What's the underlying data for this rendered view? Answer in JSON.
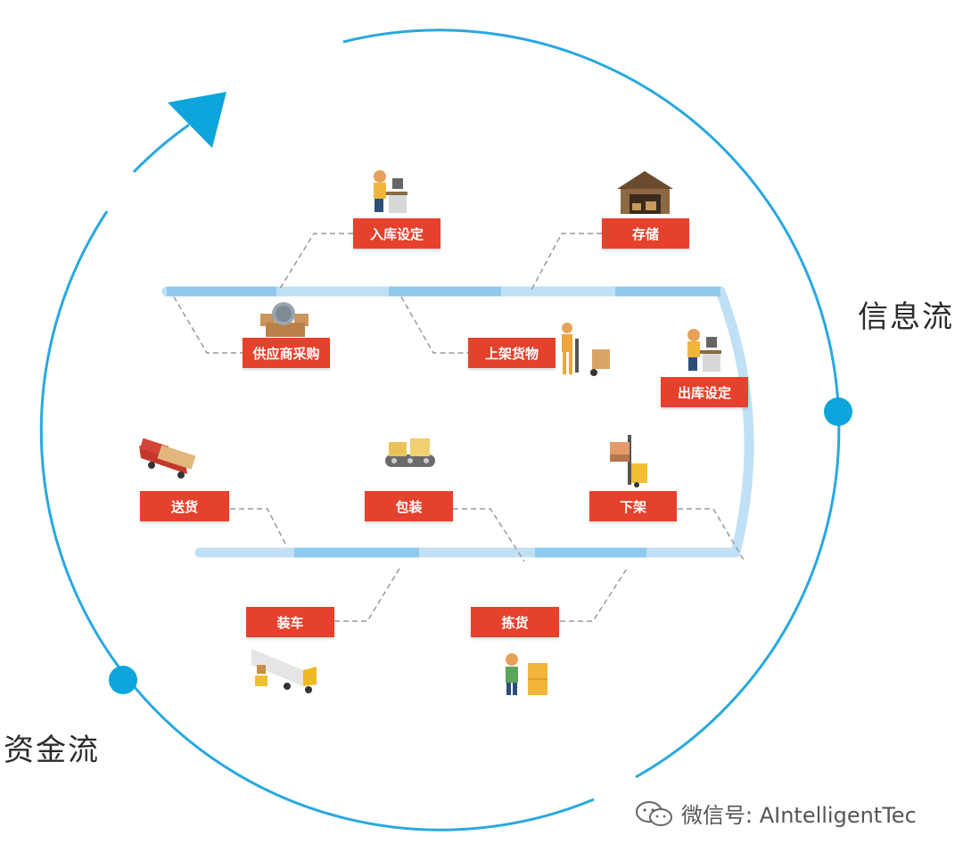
{
  "flows": {
    "info": "信息流",
    "funds": "资金流"
  },
  "steps": {
    "inbound_setup": "入库设定",
    "storage": "存储",
    "supplier_purchase": "供应商采购",
    "putaway": "上架货物",
    "outbound_setup": "出库设定",
    "delivery": "送货",
    "packing": "包装",
    "unshelve": "下架",
    "loading": "装车",
    "picking": "拣货"
  },
  "watermark": "微信号: AIntelligentTec",
  "colors": {
    "circle": "#29a8df",
    "track": "#bfe0f5",
    "tag": "#e5412d"
  }
}
